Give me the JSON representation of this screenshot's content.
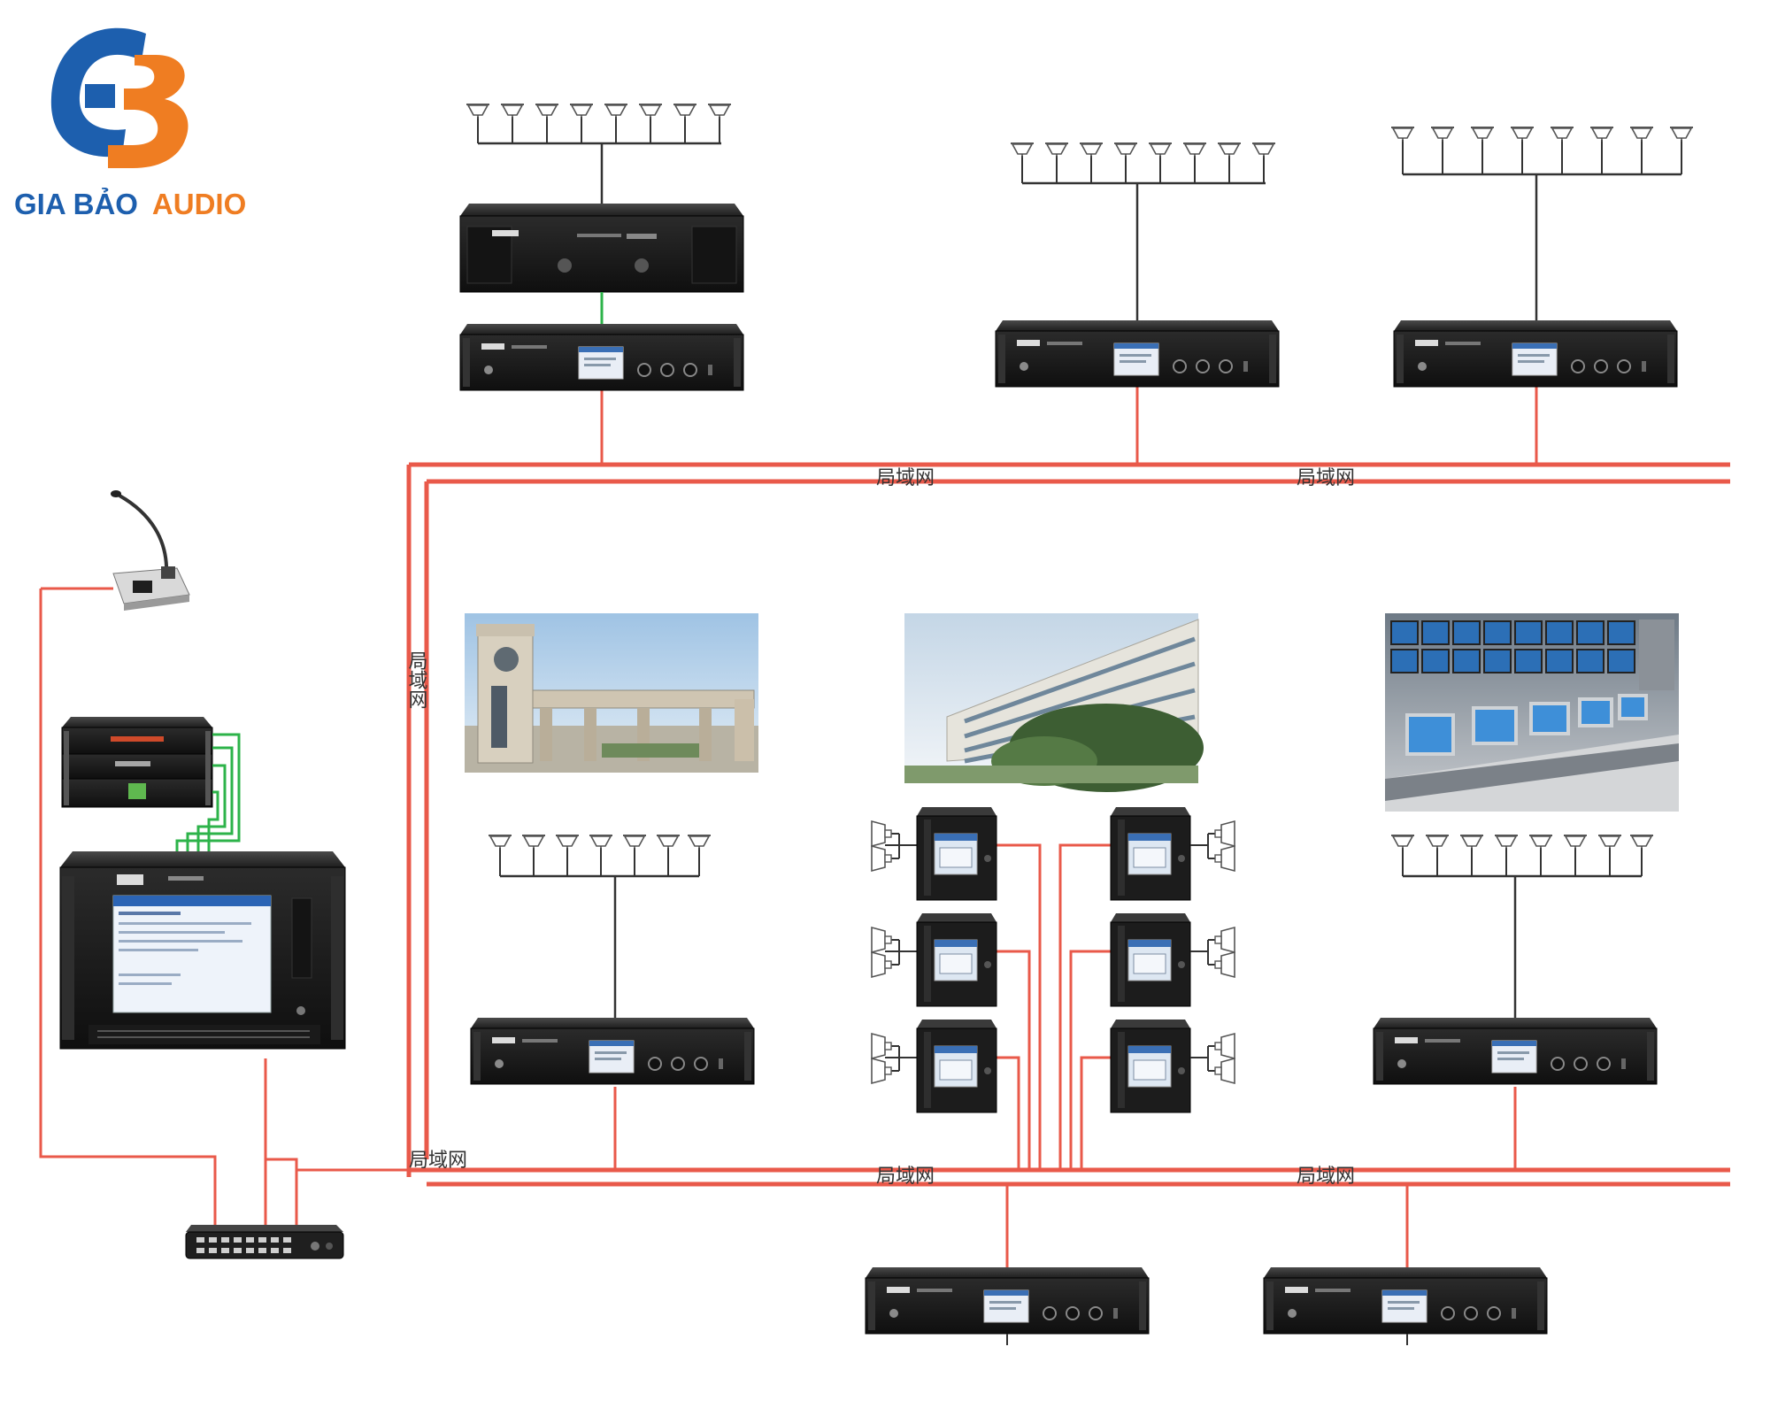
{
  "brand": {
    "name_part1": "GIA BẢO",
    "name_part2": "AUDIO",
    "monogram": "GB",
    "color_blue": "#1d5fae",
    "color_orange": "#ef7d22"
  },
  "network": {
    "lan_label": "局域网",
    "cable_color": "#e9594a",
    "audio_line_color": "#2db34a"
  },
  "photos": {
    "gate": "school-gate-photo",
    "building": "school-building-photo",
    "control_room": "control-room-photo"
  },
  "icons": {
    "speaker": "ceiling-speaker-icon",
    "horn": "horn-speaker-icon",
    "mic": "paging-microphone-icon",
    "switch": "network-switch-icon",
    "server": "broadcast-server-icon",
    "amplifier": "ip-amplifier-icon",
    "terminal": "ip-terminal-icon"
  }
}
